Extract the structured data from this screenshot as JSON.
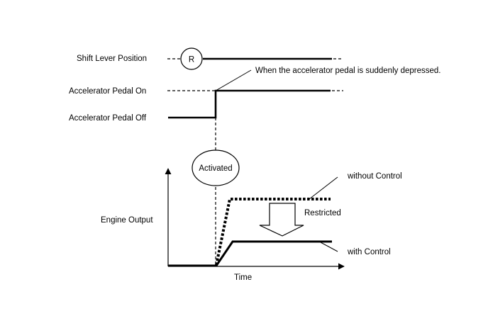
{
  "labels": {
    "shift_lever_position": "Shift Lever Position",
    "shift_symbol": "R",
    "accelerator_pedal_on": "Accelerator Pedal On",
    "accelerator_pedal_off": "Accelerator Pedal Off",
    "annotation": "When the accelerator pedal is suddenly depressed.",
    "activated": "Activated",
    "engine_output": "Engine Output",
    "time": "Time",
    "without_control": "without Control",
    "with_control": "with Control",
    "restricted": "Restricted"
  },
  "colors": {
    "line": "#000000",
    "background": "#ffffff"
  }
}
